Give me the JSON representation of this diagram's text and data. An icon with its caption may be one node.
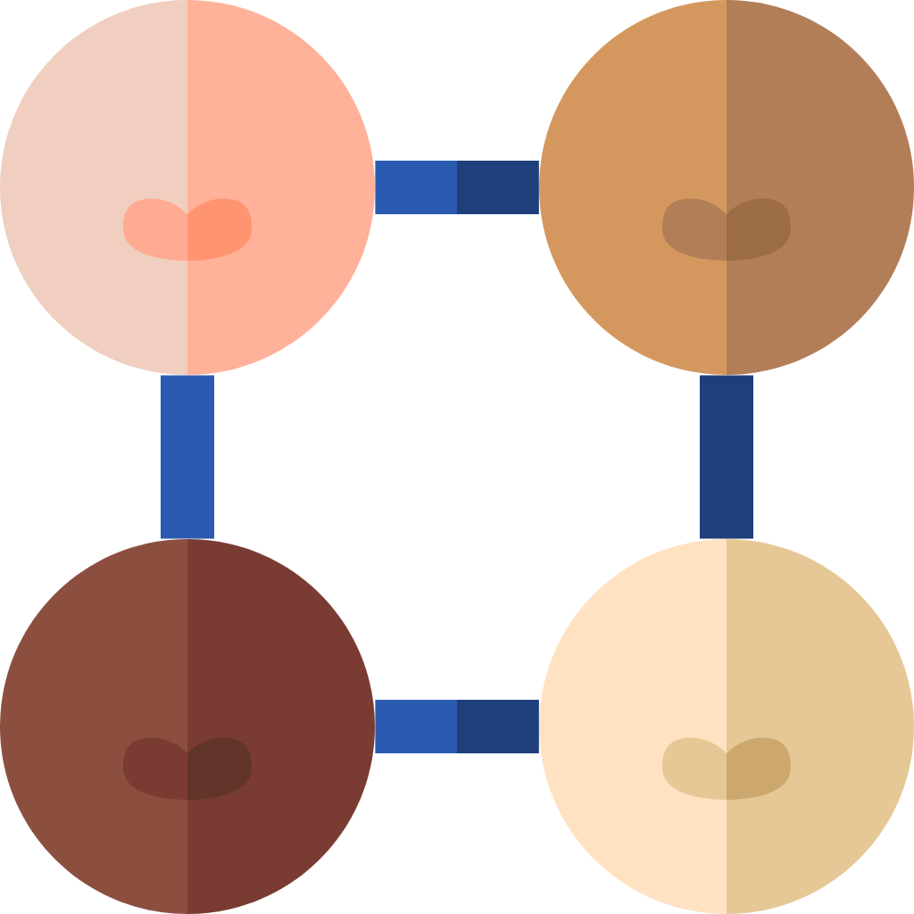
{
  "diagram": {
    "nodes": [
      {
        "text": [],
        "shape": "circle"
      },
      {
        "text": [],
        "shape": "circle"
      },
      {
        "text": [],
        "shape": "circle"
      },
      {
        "text": [],
        "shape": "circle"
      }
    ],
    "edges": [
      {
        "from": 0,
        "to": 1,
        "arrow": "none"
      },
      {
        "from": 0,
        "to": 2,
        "arrow": "none"
      },
      {
        "from": 1,
        "to": 3,
        "arrow": "none",
        "color": "#1f3f7a"
      },
      {
        "from": 2,
        "to": 3,
        "arrow": "none"
      }
    ]
  }
}
